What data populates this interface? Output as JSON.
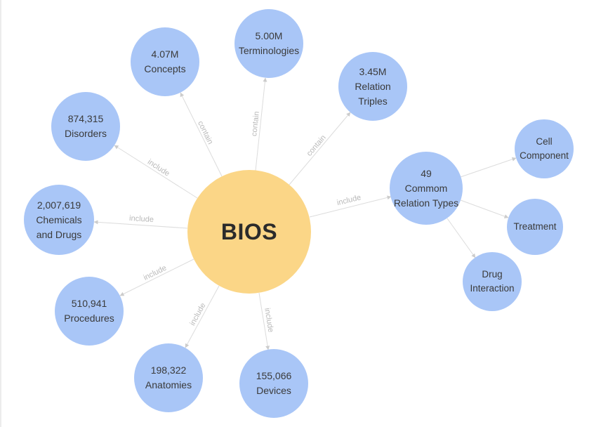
{
  "colors": {
    "background": "#ffffff",
    "node_fill": "#a9c6f7",
    "center_fill": "#fbd687",
    "edge_line": "#dcdcdc",
    "edge_label": "#b9b9b9",
    "node_text": "#3a3a3a"
  },
  "center_node": {
    "label": "BIOS"
  },
  "nodes": [
    {
      "id": "concepts",
      "text": "4.07M\nConcepts"
    },
    {
      "id": "terminologies",
      "text": "5.00M\nTerminologies"
    },
    {
      "id": "relation-triples",
      "text": "3.45M\nRelation\nTriples"
    },
    {
      "id": "disorders",
      "text": "874,315\nDisorders"
    },
    {
      "id": "chemicals-and-drugs",
      "text": "2,007,619\nChemicals\nand Drugs"
    },
    {
      "id": "procedures",
      "text": "510,941\nProcedures"
    },
    {
      "id": "anatomies",
      "text": "198,322\nAnatomies"
    },
    {
      "id": "devices",
      "text": "155,066\nDevices"
    },
    {
      "id": "relation-types",
      "text": "49\nCommom\nRelation Types"
    },
    {
      "id": "cell-component",
      "text": "Cell\nComponent"
    },
    {
      "id": "treatment",
      "text": "Treatment"
    },
    {
      "id": "drug-interaction",
      "text": "Drug\nInteraction"
    }
  ],
  "edges": [
    {
      "from": "BIOS",
      "to": "4.07M Concepts",
      "label": "contain"
    },
    {
      "from": "BIOS",
      "to": "5.00M Terminologies",
      "label": "contain"
    },
    {
      "from": "BIOS",
      "to": "3.45M Relation Triples",
      "label": "contain"
    },
    {
      "from": "BIOS",
      "to": "874,315 Disorders",
      "label": "include"
    },
    {
      "from": "BIOS",
      "to": "2,007,619 Chemicals and Drugs",
      "label": "include"
    },
    {
      "from": "BIOS",
      "to": "510,941 Procedures",
      "label": "include"
    },
    {
      "from": "BIOS",
      "to": "198,322 Anatomies",
      "label": "include"
    },
    {
      "from": "BIOS",
      "to": "155,066 Devices",
      "label": "include"
    },
    {
      "from": "BIOS",
      "to": "49 Commom Relation Types",
      "label": "include"
    },
    {
      "from": "49 Commom Relation Types",
      "to": "Cell Component",
      "label": ""
    },
    {
      "from": "49 Commom Relation Types",
      "to": "Treatment",
      "label": ""
    },
    {
      "from": "49 Commom Relation Types",
      "to": "Drug Interaction",
      "label": ""
    }
  ]
}
